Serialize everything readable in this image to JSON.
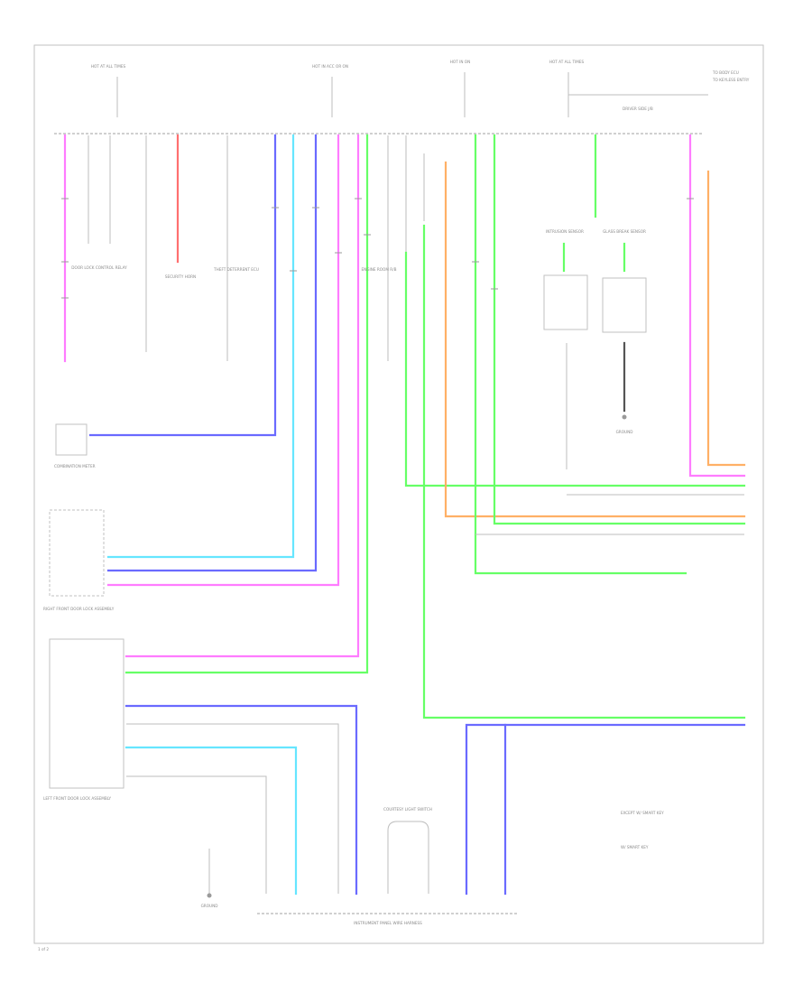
{
  "diagram": {
    "labels": {
      "fuse_1": "HOT AT ALL TIMES",
      "fuse_2": "HOT IN ACC OR ON",
      "fuse_3": "HOT IN ON",
      "fuse_4": "HOT AT ALL TIMES",
      "junction_block": "DRIVER SIDE J/B",
      "connector_a": "COURTESY LIGHT SWITCH",
      "connector_b": "DOOR LOCK CONTROL RELAY",
      "connector_c": "SECURITY HORN",
      "connector_d": "THEFT DETERRENT ECU",
      "connector_e": "ENGINE ROOM R/B",
      "sensor_1": "INTRUSION SENSOR",
      "sensor_2": "GLASS BREAK SENSOR",
      "left_box": "COMBINATION METER",
      "right_front_door": "RIGHT FRONT DOOR LOCK ASSEMBLY",
      "left_front_door": "LEFT FRONT DOOR LOCK ASSEMBLY",
      "ground_left": "GROUND",
      "ground_right": "GROUND",
      "bottom_connector": "INSTRUMENT PANEL WIRE HARNESS",
      "note_1": "EXCEPT W/ SMART KEY",
      "note_2": "W/ SMART KEY",
      "page_code": "1 of 2",
      "right_1": "TO BODY ECU",
      "right_2": "TO KEYLESS ENTRY"
    },
    "colors": {
      "pink": "#ff7cff",
      "blue": "#6a6aff",
      "cyan": "#66e6ff",
      "green": "#66ff66",
      "red": "#ff7070",
      "orange": "#ffb066",
      "gray": "#b8b8b8"
    }
  }
}
